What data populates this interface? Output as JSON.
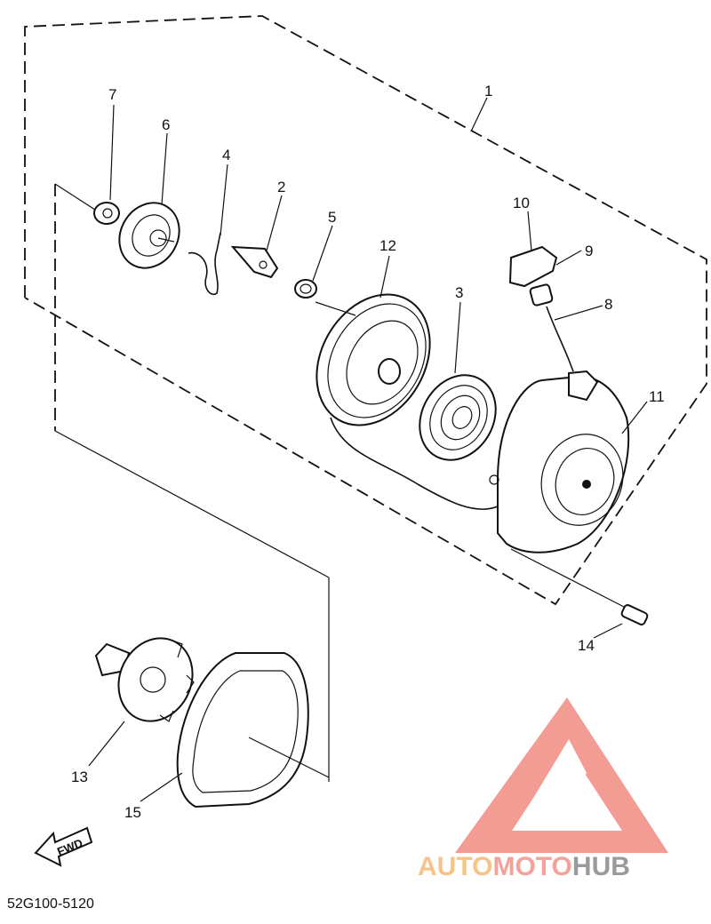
{
  "labels": {
    "l1": "1",
    "l2": "2",
    "l3": "3",
    "l4": "4",
    "l5": "5",
    "l6": "6",
    "l7": "7",
    "l8": "8",
    "l9": "9",
    "l10": "10",
    "l11": "11",
    "l12": "12",
    "l13": "13",
    "l14": "14",
    "l15": "15"
  },
  "fwd_label": "FWD",
  "diagram_code": "52G100-5120",
  "watermark": {
    "part_a": "AUTO",
    "part_b": "MOTO",
    "part_c": "HUB",
    "color_a": "#f6c489",
    "color_b": "#f3a39a",
    "color_c": "#9a9a9a",
    "logo_color": "#f28b82"
  }
}
